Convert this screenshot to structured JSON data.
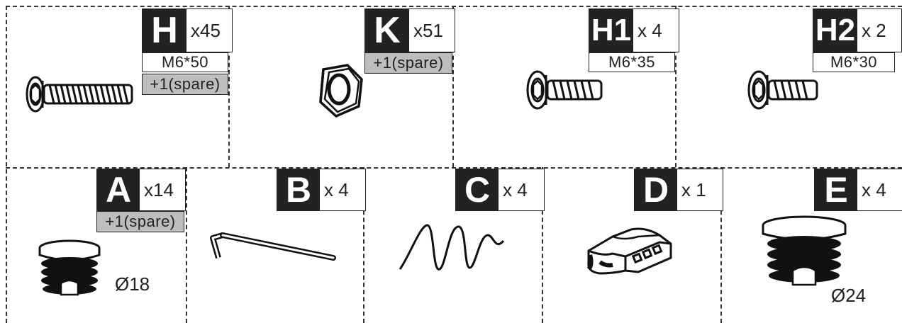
{
  "parts": {
    "H": {
      "letter": "H",
      "qty": "x45",
      "size": "M6*50",
      "spare": "+1(spare)",
      "icon": "bolt-icon"
    },
    "K": {
      "letter": "K",
      "qty": "x51",
      "spare": "+1(spare)",
      "icon": "hex-nut-icon"
    },
    "H1": {
      "letter": "H1",
      "qty": "x 4",
      "size": "M6*35",
      "icon": "bolt-icon"
    },
    "H2": {
      "letter": "H2",
      "qty": "x 2",
      "size": "M6*30",
      "icon": "bolt-icon"
    },
    "A": {
      "letter": "A",
      "qty": "x14",
      "spare": "+1(spare)",
      "diameter": "Ø18",
      "icon": "threaded-insert-icon"
    },
    "B": {
      "letter": "B",
      "qty": "x 4",
      "icon": "allen-key-icon"
    },
    "C": {
      "letter": "C",
      "qty": "x 4",
      "icon": "spring-wire-icon"
    },
    "D": {
      "letter": "D",
      "qty": "x 1",
      "icon": "connector-block-icon"
    },
    "E": {
      "letter": "E",
      "qty": "x 4",
      "diameter": "Ø24",
      "icon": "threaded-insert-icon"
    }
  }
}
